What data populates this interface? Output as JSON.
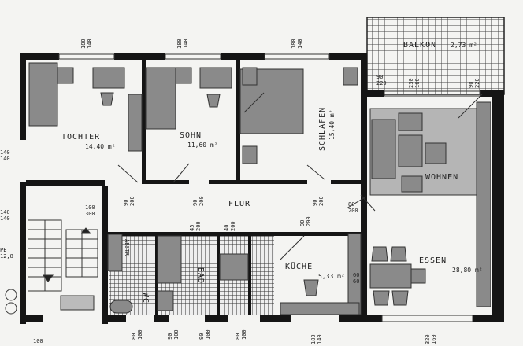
{
  "rooms": {
    "tochter": {
      "label": "TOCHTER",
      "area": "14,40 m²"
    },
    "sohn": {
      "label": "SOHN",
      "area": "11,60 m²"
    },
    "schlafen": {
      "label": "SCHLAFEN",
      "area": "15,40 m²"
    },
    "balkon": {
      "label": "BALKON",
      "area": "2,73 m²"
    },
    "wohnen": {
      "label": "WOHNEN"
    },
    "flur": {
      "label": "FLUR"
    },
    "kueche": {
      "label": "KÜCHE",
      "area": "5,33 m²"
    },
    "essen": {
      "label": "ESSEN",
      "area": "28,80 m²"
    },
    "bad": {
      "label": "BAD"
    },
    "wc": {
      "label": "WC"
    },
    "abstell": {
      "label": "ABSTR"
    }
  },
  "dimensions": {
    "window_tochter": [
      "180",
      "140"
    ],
    "window_sohn": [
      "180",
      "140"
    ],
    "window_schlafen": [
      "180",
      "140"
    ],
    "balkon_door_left": [
      "90",
      "220"
    ],
    "balkon_window": [
      "230",
      "160"
    ],
    "balkon_door_right": [
      "90",
      "220"
    ],
    "left_upper": [
      "140",
      "140"
    ],
    "left_lower": [
      "140",
      "140"
    ],
    "left_side": [
      "PE",
      "12,8"
    ],
    "stair_door": [
      "100",
      "300"
    ],
    "door_tochter": [
      "90",
      "200"
    ],
    "door_sohn": [
      "90",
      "200"
    ],
    "door_schlafen": [
      "90",
      "200"
    ],
    "door_wohnen": [
      "80",
      "200"
    ],
    "door_bad": [
      "45",
      "200"
    ],
    "door_abstell": [
      "40",
      "200"
    ],
    "door_kueche": [
      "90",
      "200"
    ],
    "pass_through": [
      "60",
      "60"
    ],
    "bottom_wc": [
      "80",
      "100"
    ],
    "bottom_bad1": [
      "90",
      "100"
    ],
    "bottom_bad2": [
      "90",
      "100"
    ],
    "bottom_sc": [
      "80",
      "100"
    ],
    "bottom_kueche": [
      "180",
      "140"
    ],
    "bottom_essen": [
      "320",
      "160"
    ],
    "bottom_entry": "100"
  },
  "colors": {
    "wall": "#151515",
    "furniture": "#8a8a8a",
    "tile": "#555555",
    "paper": "#f4f4f2"
  }
}
